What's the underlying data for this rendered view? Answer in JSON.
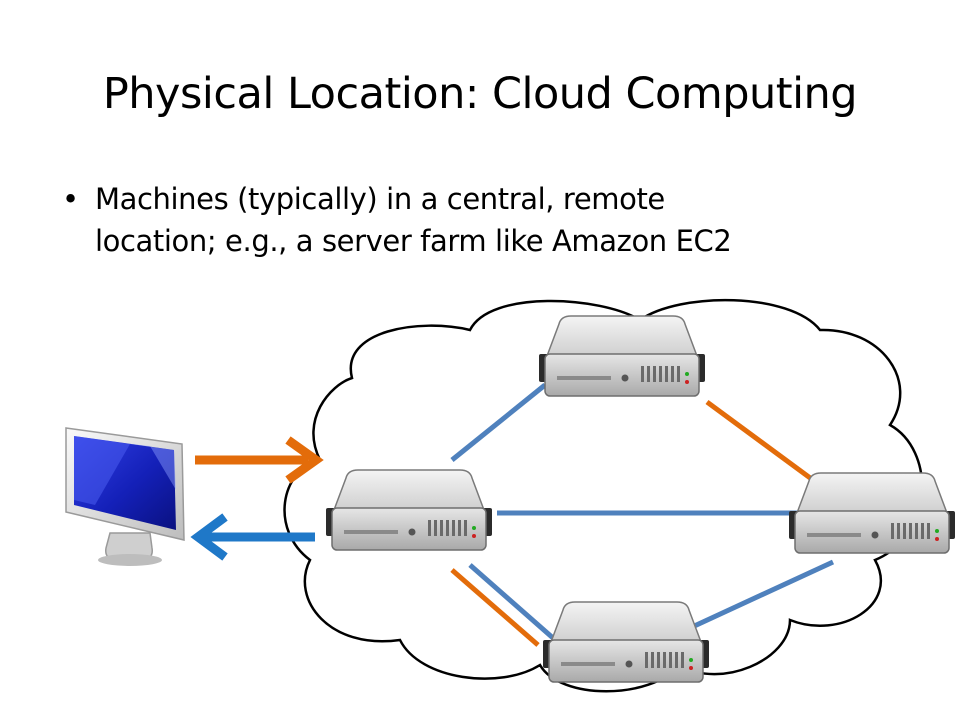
{
  "slide": {
    "title": "Physical Location: Cloud Computing",
    "bullets": [
      {
        "marker": "•",
        "text_line1": "Machines (typically) in a central, remote",
        "text_line2": "location; e.g., a server farm like Amazon EC2"
      }
    ]
  },
  "diagram": {
    "icons": [
      "cloud-icon",
      "monitor-icon",
      "server-icon"
    ],
    "colors": {
      "request_arrow": "#e36c0a",
      "response_arrow": "#1f78c8",
      "blue_link": "#4f81bd",
      "orange_link": "#e36c0a",
      "cloud_outline": "#000000",
      "server_body": "#d9d9d9",
      "monitor_screen": "#1c2bd6"
    }
  }
}
